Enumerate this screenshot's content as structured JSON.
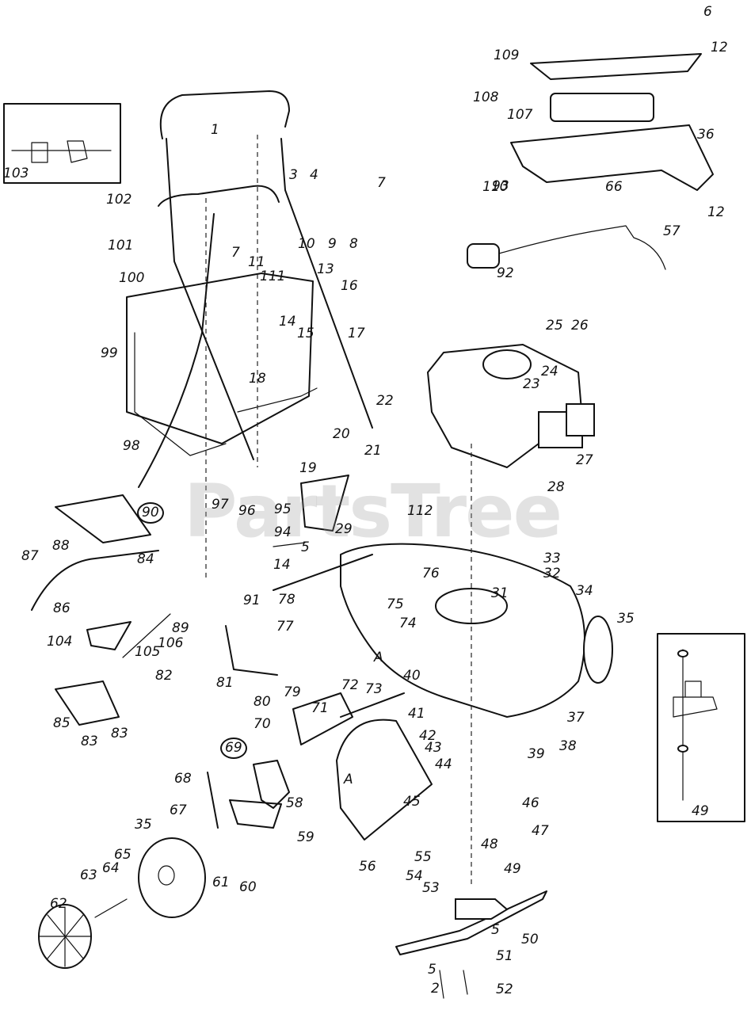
{
  "watermark": "PartsTree",
  "callouts": [
    "1",
    "2",
    "3",
    "4",
    "5",
    "5",
    "5",
    "6",
    "7",
    "7",
    "8",
    "9",
    "10",
    "11",
    "12",
    "12",
    "13",
    "14",
    "14",
    "15",
    "16",
    "17",
    "18",
    "19",
    "20",
    "21",
    "22",
    "23",
    "24",
    "25",
    "26",
    "27",
    "28",
    "29",
    "31",
    "32",
    "33",
    "34",
    "35",
    "35",
    "36",
    "37",
    "38",
    "39",
    "40",
    "41",
    "42",
    "43",
    "44",
    "45",
    "46",
    "47",
    "48",
    "49",
    "49",
    "50",
    "51",
    "52",
    "53",
    "54",
    "55",
    "56",
    "57",
    "58",
    "59",
    "60",
    "61",
    "62",
    "63",
    "64",
    "65",
    "66",
    "67",
    "68",
    "69",
    "70",
    "71",
    "72",
    "73",
    "74",
    "75",
    "76",
    "77",
    "78",
    "79",
    "80",
    "81",
    "82",
    "83",
    "83",
    "84",
    "85",
    "86",
    "87",
    "88",
    "89",
    "90",
    "91",
    "92",
    "93",
    "94",
    "95",
    "96",
    "97",
    "98",
    "99",
    "100",
    "101",
    "102",
    "103",
    "104",
    "105",
    "106",
    "107",
    "108",
    "109",
    "110",
    "111",
    "112",
    "A",
    "A"
  ]
}
